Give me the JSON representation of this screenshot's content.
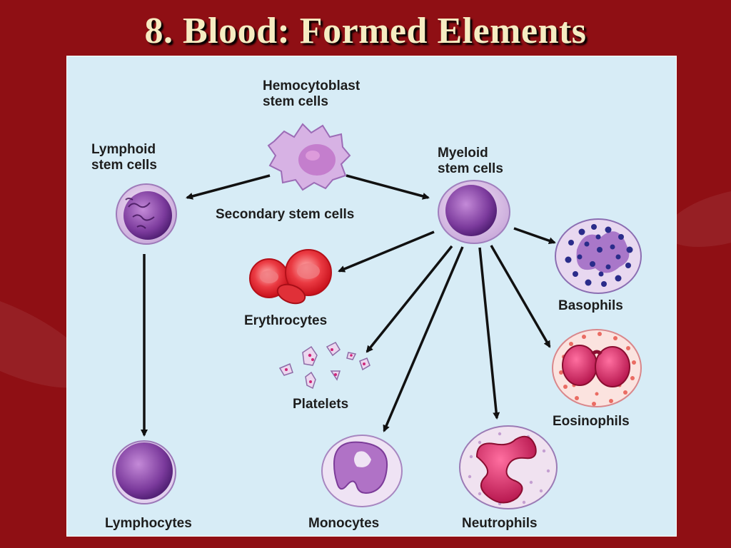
{
  "slide": {
    "title": "8. Blood: Formed Elements",
    "background_color": "#8f0f14",
    "title_color": "#f6ecc2",
    "panel_color": "#d7ecf6"
  },
  "diagram": {
    "labels": {
      "hemocytoblast_line1": "Hemocytoblast",
      "hemocytoblast_line2": "stem cells",
      "lymphoid_line1": "Lymphoid",
      "lymphoid_line2": "stem cells",
      "myeloid_line1": "Myeloid",
      "myeloid_line2": "stem cells",
      "secondary": "Secondary stem cells",
      "erythrocytes": "Erythrocytes",
      "platelets": "Platelets",
      "basophils": "Basophils",
      "eosinophils": "Eosinophils",
      "neutrophils": "Neutrophils",
      "monocytes": "Monocytes",
      "lymphocytes": "Lymphocytes"
    },
    "cells": [
      {
        "name": "hemocytoblast-cell",
        "icon": "spiky-stem-cell"
      },
      {
        "name": "lymphoid-stem-cell",
        "icon": "round-purple-cell"
      },
      {
        "name": "myeloid-stem-cell",
        "icon": "round-purple-cell"
      },
      {
        "name": "erythrocytes-cell",
        "icon": "red-biconcave-discs"
      },
      {
        "name": "platelets-cell",
        "icon": "platelet-fragments"
      },
      {
        "name": "basophil-cell",
        "icon": "granular-blue-cell"
      },
      {
        "name": "eosinophil-cell",
        "icon": "bilobed-red-granule-cell"
      },
      {
        "name": "neutrophil-cell",
        "icon": "multilobed-nucleus-cell"
      },
      {
        "name": "monocyte-cell",
        "icon": "kidney-nucleus-cell"
      },
      {
        "name": "lymphocyte-cell",
        "icon": "large-nucleus-cell"
      }
    ],
    "arrows": [
      {
        "from": "Hemocytoblast",
        "to": "Lymphoid"
      },
      {
        "from": "Hemocytoblast",
        "to": "Myeloid"
      },
      {
        "from": "Lymphoid",
        "to": "Lymphocytes"
      },
      {
        "from": "Myeloid",
        "to": "Erythrocytes"
      },
      {
        "from": "Myeloid",
        "to": "Platelets"
      },
      {
        "from": "Myeloid",
        "to": "Monocytes"
      },
      {
        "from": "Myeloid",
        "to": "Neutrophils"
      },
      {
        "from": "Myeloid",
        "to": "Eosinophils"
      },
      {
        "from": "Myeloid",
        "to": "Basophils"
      }
    ]
  }
}
